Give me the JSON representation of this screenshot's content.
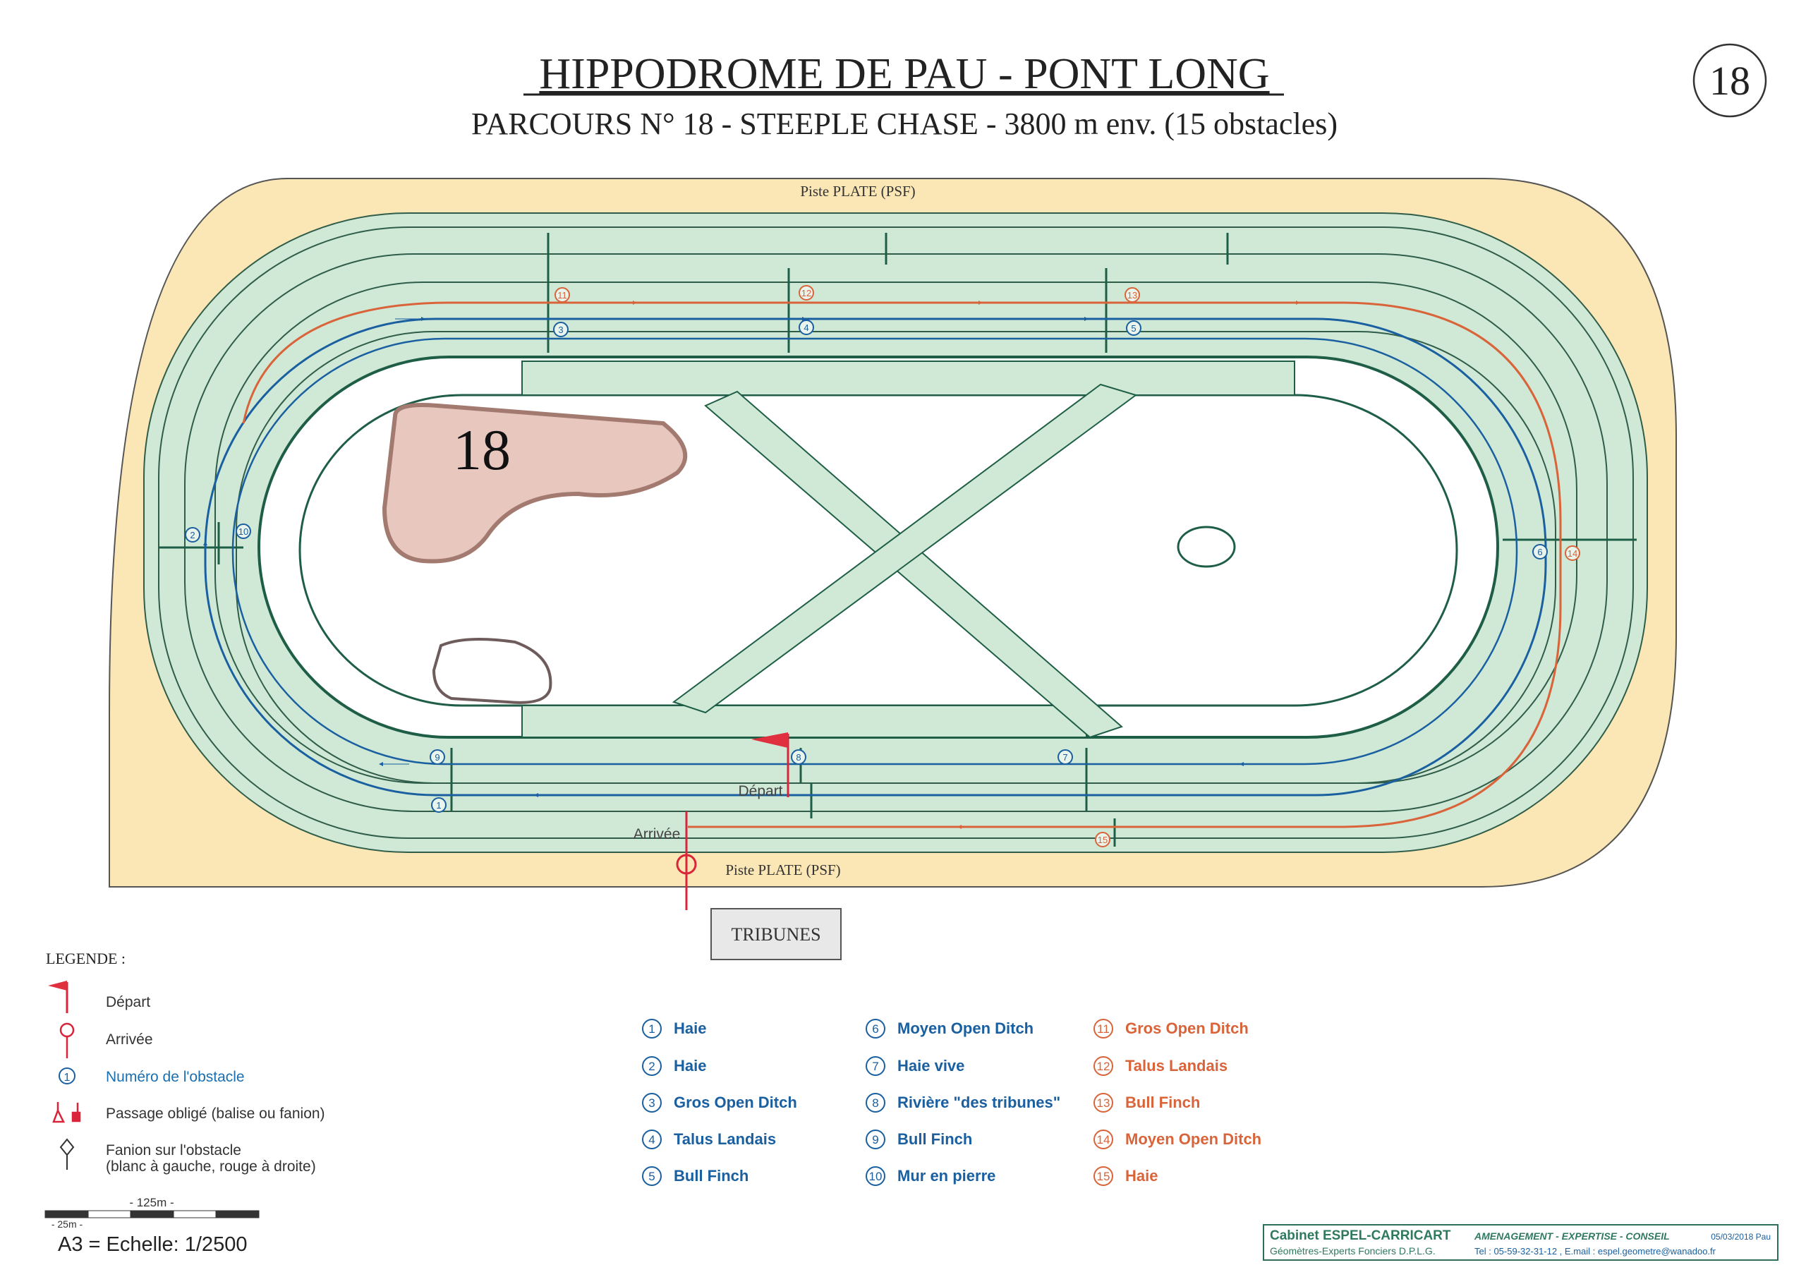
{
  "header": {
    "title": "HIPPODROME DE PAU - PONT LONG",
    "subtitle": "PARCOURS N° 18 - STEEPLE CHASE - 3800 m env. (15 obstacles)",
    "course_number_badge": "18"
  },
  "map": {
    "top_track_label": "Piste PLATE (PSF)",
    "bottom_track_label": "Piste PLATE (PSF)",
    "infield_number": "18",
    "start_label": "Départ",
    "finish_label": "Arrivée",
    "stands_label": "TRIBUNES",
    "markers": [
      "1",
      "2",
      "3",
      "4",
      "5",
      "6",
      "7",
      "8",
      "9",
      "10",
      "11",
      "12",
      "13",
      "14",
      "15"
    ]
  },
  "legend": {
    "title": "LEGENDE :",
    "items": [
      {
        "icon": "start-flag-icon",
        "label": "Départ"
      },
      {
        "icon": "finish-post-icon",
        "label": "Arrivée"
      },
      {
        "icon": "obstacle-number-icon",
        "icon_text": "1",
        "label": "Numéro de l'obstacle"
      },
      {
        "icon": "marker-flag-icon",
        "label": "Passage obligé (balise ou fanion)"
      },
      {
        "icon": "obstacle-flag-icon",
        "label": "Fanion sur l'obstacle",
        "label2": "(blanc à gauche, rouge à droite)"
      }
    ],
    "scale_top": "- 125m -",
    "scale_bottom": "- 25m -",
    "scale_text": "A3 = Echelle: 1/2500"
  },
  "obstacles": [
    {
      "n": "1",
      "name": "Haie"
    },
    {
      "n": "2",
      "name": "Haie"
    },
    {
      "n": "3",
      "name": "Gros Open Ditch"
    },
    {
      "n": "4",
      "name": "Talus Landais"
    },
    {
      "n": "5",
      "name": "Bull Finch"
    },
    {
      "n": "6",
      "name": "Moyen Open Ditch"
    },
    {
      "n": "7",
      "name": "Haie vive"
    },
    {
      "n": "8",
      "name": "Rivière \"des tribunes\""
    },
    {
      "n": "9",
      "name": "Bull Finch"
    },
    {
      "n": "10",
      "name": "Mur en pierre"
    },
    {
      "n": "11",
      "name": "Gros Open Ditch"
    },
    {
      "n": "12",
      "name": "Talus Landais"
    },
    {
      "n": "13",
      "name": "Bull Finch"
    },
    {
      "n": "14",
      "name": "Moyen Open Ditch"
    },
    {
      "n": "15",
      "name": "Haie"
    }
  ],
  "footer": {
    "company": "Cabinet  ESPEL-CARRICART",
    "tagline": "AMENAGEMENT - EXPERTISE - CONSEIL",
    "date_place": "05/03/2018 Pau",
    "profession": "Géomètres-Experts Fonciers D.P.L.G.",
    "contact": "Tel : 05-59-32-31-12 , E.mail  : espel.geometre@wanadoo.fr"
  },
  "colors": {
    "blue": "#1a5fa0",
    "orange": "#d9643a",
    "track": "#cfe9d6",
    "sand": "#fbe7b5",
    "rail": "#1f5e46"
  }
}
